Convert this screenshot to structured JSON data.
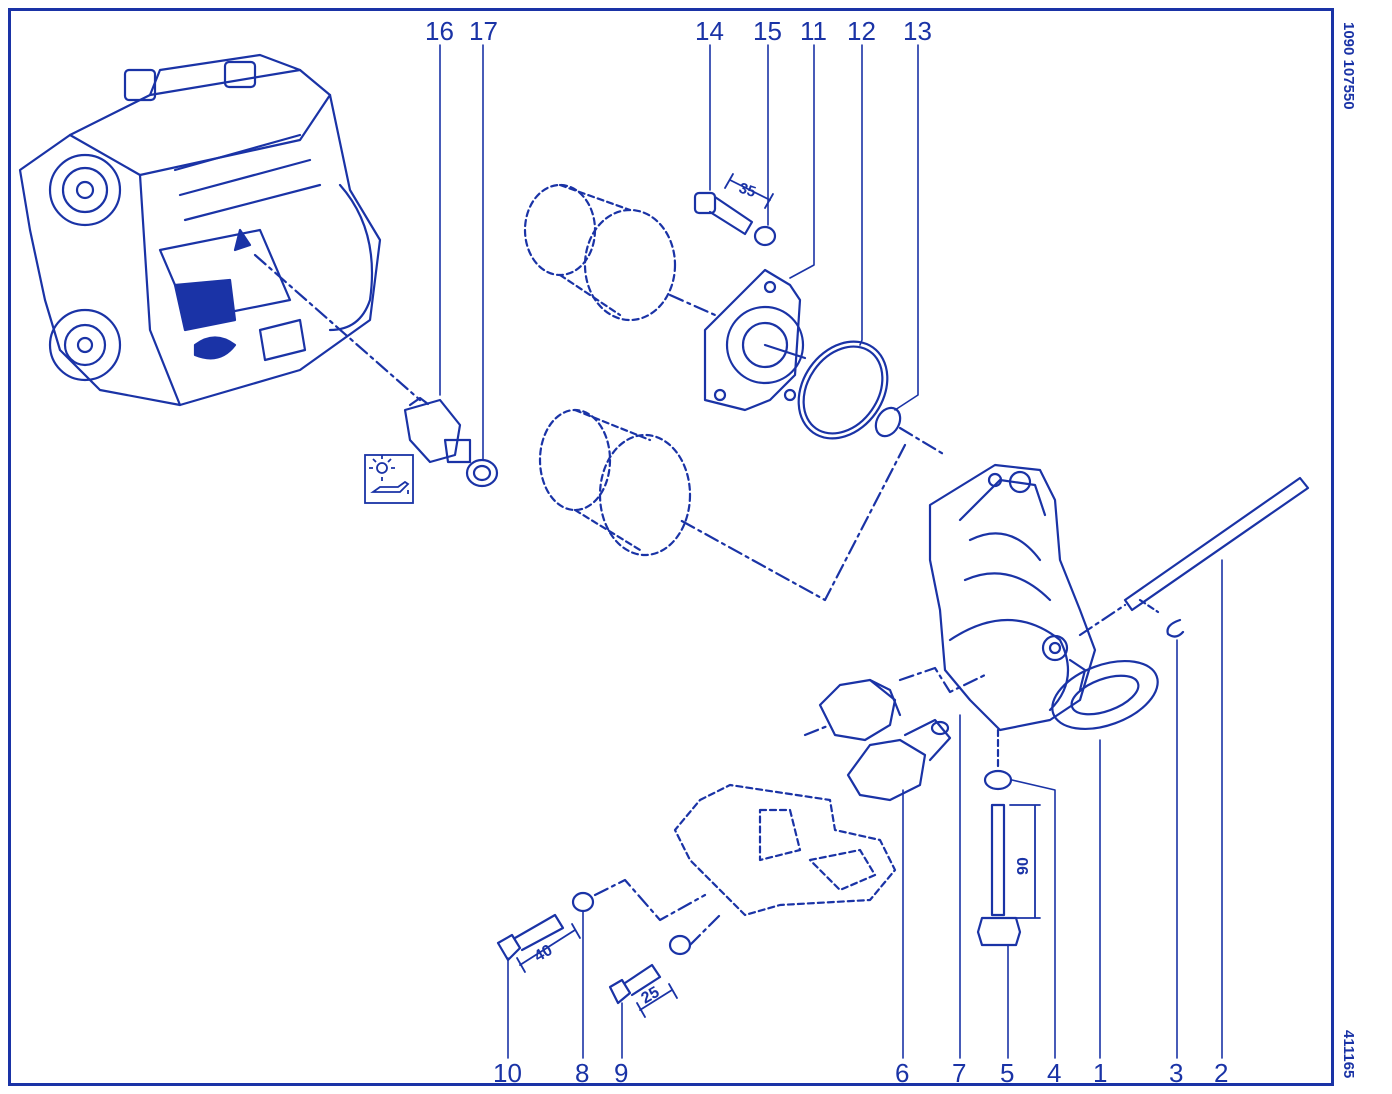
{
  "colors": {
    "ink": "#1a33a6",
    "paper": "#ffffff"
  },
  "side_labels": {
    "top_code": "1090 107550",
    "bottom_code": "411165"
  },
  "callouts": {
    "c16": "16",
    "c17": "17",
    "c14": "14",
    "c15": "15",
    "c11": "11",
    "c12": "12",
    "c13": "13",
    "c10": "10",
    "c8": "8",
    "c9": "9",
    "c6": "6",
    "c7": "7",
    "c5": "5",
    "c4": "4",
    "c1": "1",
    "c3": "3",
    "c2": "2"
  },
  "dimensions": {
    "screw_14": "35",
    "bolt_5": "90",
    "screw_10": "40",
    "screw_9": "25"
  },
  "icons": {
    "oil_pressure_warning": "oil-pressure-warning-icon"
  }
}
